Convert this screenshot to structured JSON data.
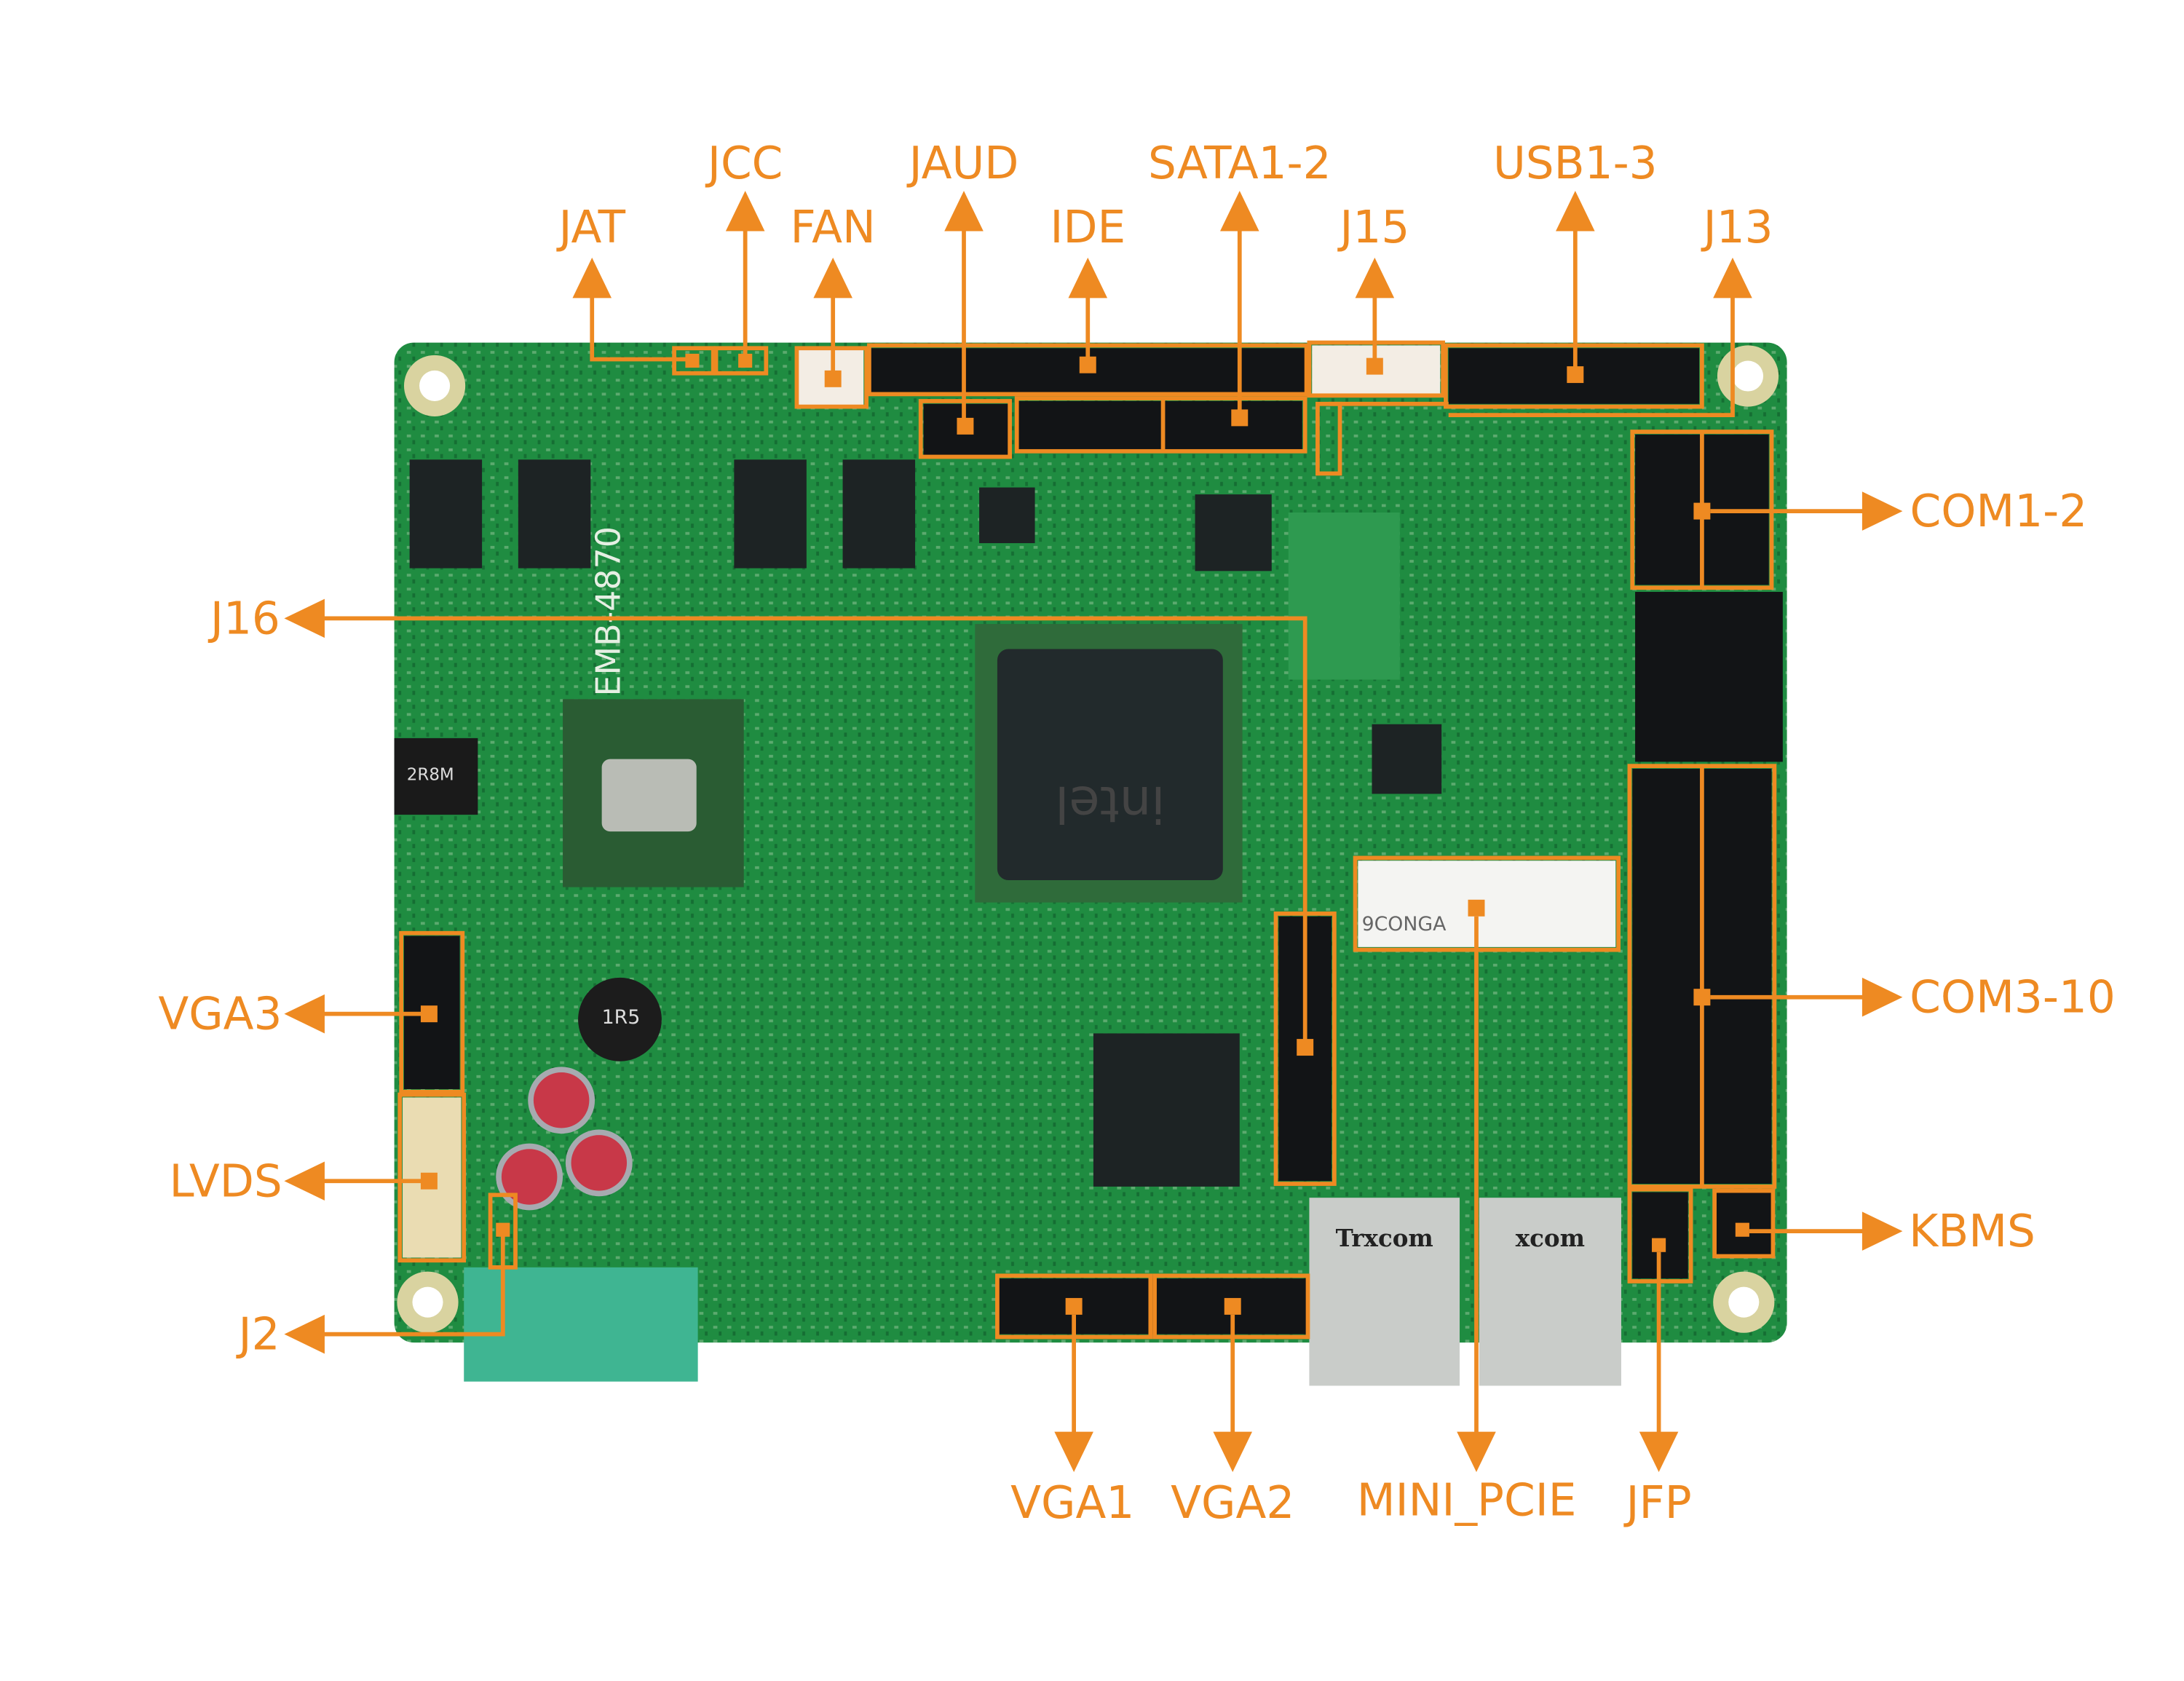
{
  "diagram": {
    "title": "Embedded motherboard connector layout",
    "board_marking": "EMB-4870",
    "chip_markings": [
      "intel",
      "Trxcom",
      "9CONGA",
      "2R8M",
      "1R5"
    ],
    "accent_color": "#ee8a22",
    "board_color": "#1d8a3f",
    "labels": {
      "jat": "JAT",
      "jcc": "JCC",
      "fan": "FAN",
      "jaud": "JAUD",
      "ide": "IDE",
      "sata": "SATA1-2",
      "j15": "J15",
      "usb": "USB1-3",
      "j13": "J13",
      "com12": "COM1-2",
      "com310": "COM3-10",
      "kbms": "KBMS",
      "j16": "J16",
      "vga3": "VGA3",
      "lvds": "LVDS",
      "j2": "J2",
      "vga1": "VGA1",
      "vga2": "VGA2",
      "mini_pcie": "MINI_PCIE",
      "jfp": "JFP"
    }
  }
}
